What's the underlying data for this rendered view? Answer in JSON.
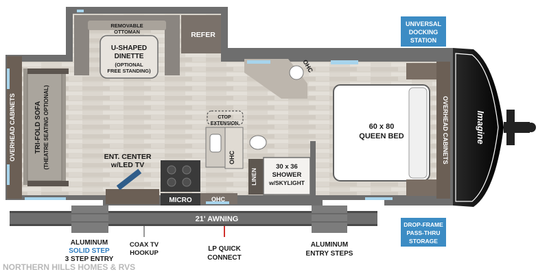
{
  "floorplan": {
    "rooms": {
      "removable_ottoman": [
        "REMOVABLE",
        "OTTOMAN"
      ],
      "dinette": [
        "U-SHAPED",
        "DINETTE"
      ],
      "dinette_note": [
        "(OPTIONAL",
        "FREE STANDING)"
      ],
      "refer": "REFER",
      "ohc_front": "OHC",
      "queen_bed": [
        "60 x 80",
        "QUEEN BED"
      ],
      "overhead_cabinets_left": "OVERHEAD CABINETS",
      "overhead_cabinets_right": "OVERHEAD CABINETS",
      "sofa": [
        "TRI-FOLD SOFA",
        "(THEATRE SEATING OPTIONAL)"
      ],
      "ctop_extension": [
        "CTOP",
        "EXTENSION"
      ],
      "ent_center": [
        "ENT. CENTER",
        "w/LED TV"
      ],
      "ohc_kitchen": "OHC",
      "shower": [
        "30 x 36",
        "SHOWER",
        "w/SKYLIGHT"
      ],
      "linen": "LINEN",
      "micro": "MICRO",
      "ohc_micro": "OHC",
      "awning": "21' AWNING",
      "brand": "Imagine"
    },
    "callouts": {
      "docking": [
        "UNIVERSAL",
        "DOCKING",
        "STATION"
      ],
      "storage": [
        "DROP-FRAME",
        "PASS-THRU",
        "STORAGE"
      ],
      "solid_step": [
        "ALUMINUM",
        "SOLID STEP",
        "3 STEP ENTRY"
      ],
      "coax": [
        "COAX TV",
        "HOOKUP"
      ],
      "lp": [
        "LP QUICK",
        "CONNECT"
      ],
      "entry_steps": [
        "ALUMINUM",
        "ENTRY STEPS"
      ]
    },
    "watermark": "NORTHERN HILLS HOMES & RVS",
    "colors": {
      "outer_wall": "#6e6e6e",
      "floor": "#d9d4cc",
      "cabinet": "#6b5f55",
      "callout_box": "#3c8cc4",
      "solid_step_blue": "#2c7cc0",
      "lp_red": "#d0312d",
      "front_cap": "#111111"
    }
  }
}
